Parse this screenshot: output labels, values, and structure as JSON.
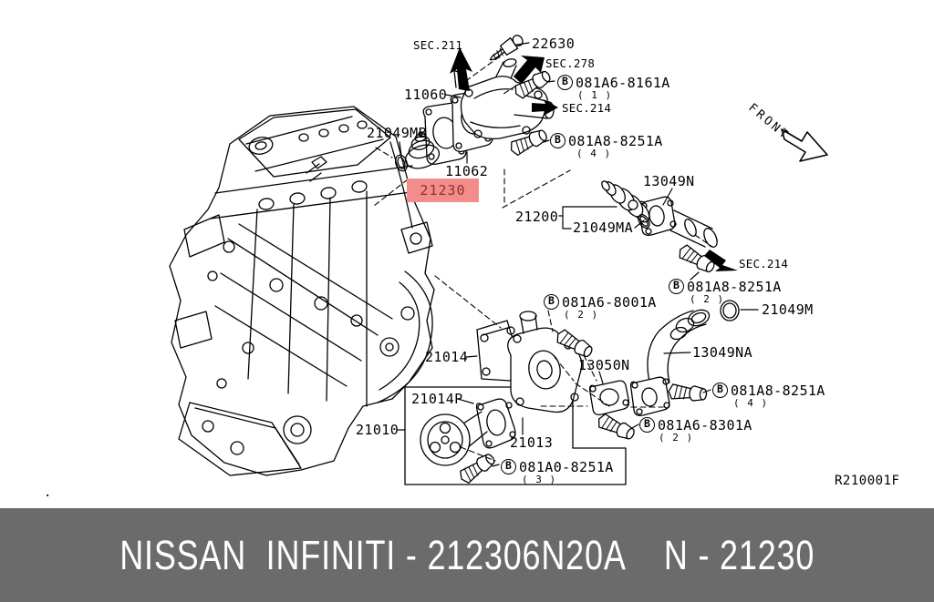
{
  "labels": {
    "sec211": "SEC.211",
    "p22630": "22630",
    "sec278": "SEC.278",
    "b8161a": "081A6-8161A",
    "b8161a_qty": "( 1 )",
    "sec214_top": "SEC.214",
    "p11060": "11060",
    "b8251a_top": "081A8-8251A",
    "b8251a_top_qty": "( 4 )",
    "p21049mb": "21049MB",
    "p11062": "11062",
    "p21230": "21230",
    "p13049n": "13049N",
    "p21200": "21200",
    "p21049ma": "21049MA",
    "sec214_right": "SEC.214",
    "b8251a_r2": "081A8-8251A",
    "b8251a_r2_qty": "( 2 )",
    "p21049m": "21049M",
    "b8001a": "081A6-8001A",
    "b8001a_qty": "( 2 )",
    "p21014": "21014",
    "p13050n": "13050N",
    "p13049na": "13049NA",
    "p21014p": "21014P",
    "b8251a_r4": "081A8-8251A",
    "b8251a_r4_qty": "( 4 )",
    "b8301a": "081A6-8301A",
    "b8301a_qty": "( 2 )",
    "p21010": "21010",
    "p21013": "21013",
    "b08251a": "081A0-8251A",
    "b08251a_qty": "( 3 )",
    "ref_code": "R210001F",
    "front": "FRONT",
    "b_prefix": "B",
    "stray_dot": "."
  },
  "highlight": {
    "text": "21230",
    "bg": "#f58c8c",
    "fg": "#8b3232"
  },
  "banner": {
    "text": "NISSAN  INFINITI - 212306N20A    N - 21230",
    "bg": "#6b6b6b",
    "fg": "#ffffff"
  }
}
